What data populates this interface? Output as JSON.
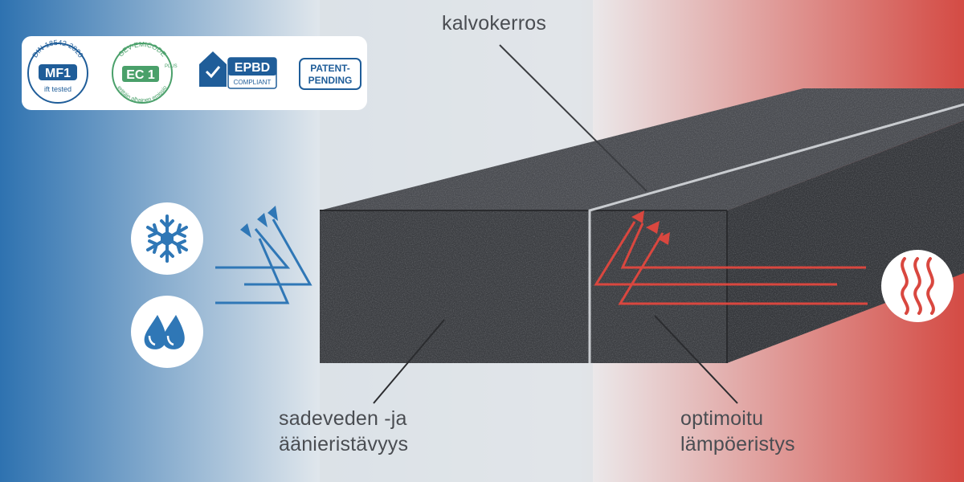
{
  "colors": {
    "cold": "#2f77b6",
    "warm": "#d9473f",
    "foam": "#3f4145",
    "film": "#c9ccd0",
    "text": "#4a4d52",
    "badge_dark": "#1f5d99",
    "badge_green": "#4aa06a"
  },
  "badges": {
    "mf1": {
      "top_arc": "DIN 18542-2020",
      "main": "MF1",
      "bottom": "ift tested"
    },
    "ec1": {
      "top_arc": "GEV-EMICODE",
      "main": "EC 1",
      "plus": "PLUS",
      "bottom_arc": "erittäin alhainen emissio"
    },
    "epbd": {
      "main": "EPBD",
      "sub": "COMPLIANT"
    },
    "patent": {
      "line1": "PATENT-",
      "line2": "PENDING"
    }
  },
  "labels": {
    "membrane": "kalvokerros",
    "rain_line1": "sadeveden -ja",
    "rain_line2": "äänieristävyys",
    "thermal_line1": "optimoitu",
    "thermal_line2": "lämpöeristys"
  },
  "icons": {
    "cold": "snowflake-icon",
    "water": "water-drops-icon",
    "heat": "heat-waves-icon"
  }
}
